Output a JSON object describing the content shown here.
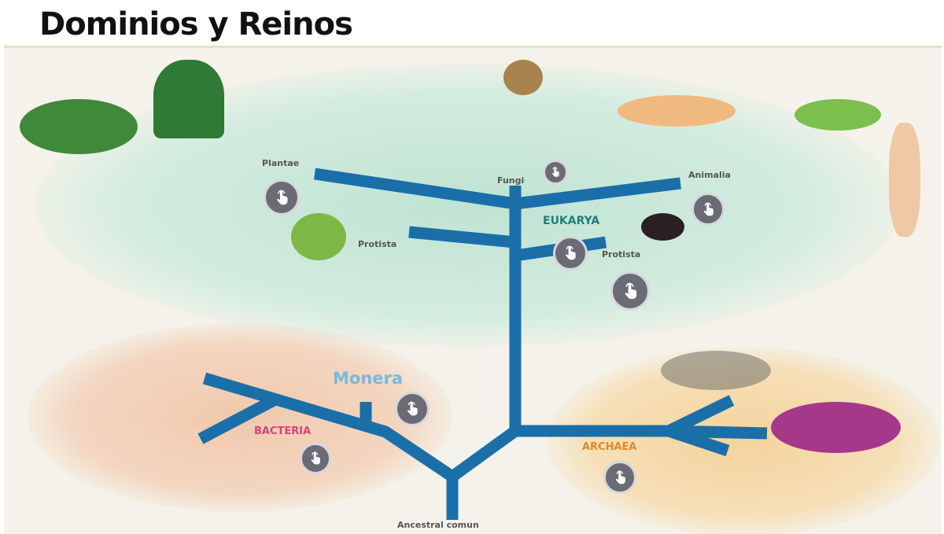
{
  "title": "Dominios y Reinos",
  "labels": {
    "plantae": "Plantae",
    "fungi": "Fungi",
    "animalia": "Animalia",
    "eukarya": "EUKARYA",
    "protista_left": "Protista",
    "protista_right": "Protista",
    "monera": "Monera",
    "bacteria": "BACTERIA",
    "archaea": "ARCHAEA",
    "ancestor": "Ancestral comun"
  },
  "colors": {
    "branch": "#1a6fa8",
    "eukarya_bg": "#cfe9dc",
    "bacteria_bg": "#f3d2b8",
    "archaea_bg": "#f6dcae",
    "hotspot": "#6b6b75",
    "monera": "#7bb8d8",
    "bacteria": "#d6457a",
    "archaea": "#e08a2a",
    "eukarya": "#1f7f7a"
  },
  "hotspots": [
    {
      "id": "plantae",
      "icon": "pointer-hand-icon"
    },
    {
      "id": "fungi",
      "icon": "pointer-hand-icon"
    },
    {
      "id": "animalia",
      "icon": "pointer-hand-icon"
    },
    {
      "id": "protista-left",
      "icon": "pointer-hand-icon"
    },
    {
      "id": "protista-right",
      "icon": "pointer-hand-icon"
    },
    {
      "id": "monera",
      "icon": "pointer-hand-icon"
    },
    {
      "id": "bacteria",
      "icon": "pointer-hand-icon"
    },
    {
      "id": "archaea",
      "icon": "pointer-hand-icon"
    }
  ]
}
